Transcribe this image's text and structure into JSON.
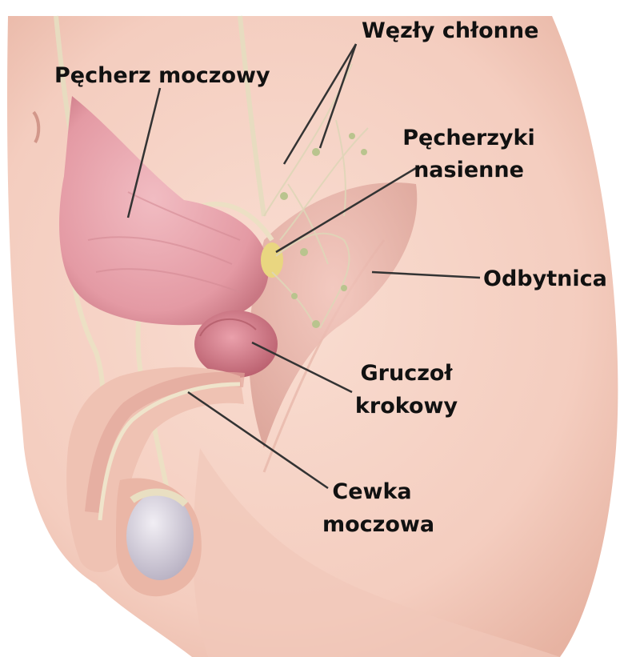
{
  "labels": {
    "bladder": "Pęcherz moczowy",
    "lymph_nodes": "Węzły chłonne",
    "seminal_vesicles_line1": "Pęcherzyki",
    "seminal_vesicles_line2": "nasienne",
    "rectum": "Odbytnica",
    "prostate_line1": "Gruczoł",
    "prostate_line2": "krokowy",
    "urethra_line1": "Cewka",
    "urethra_line2": "moczowa"
  },
  "colors": {
    "skin": "#f6d3c6",
    "skin_shadow": "#e9b8a8",
    "bladder": "#e8a6ae",
    "prostate": "#d9828f",
    "vessel": "#e9dcc0",
    "node": "#b7c28e",
    "testis": "#d9d4df",
    "leader": "#333333"
  }
}
